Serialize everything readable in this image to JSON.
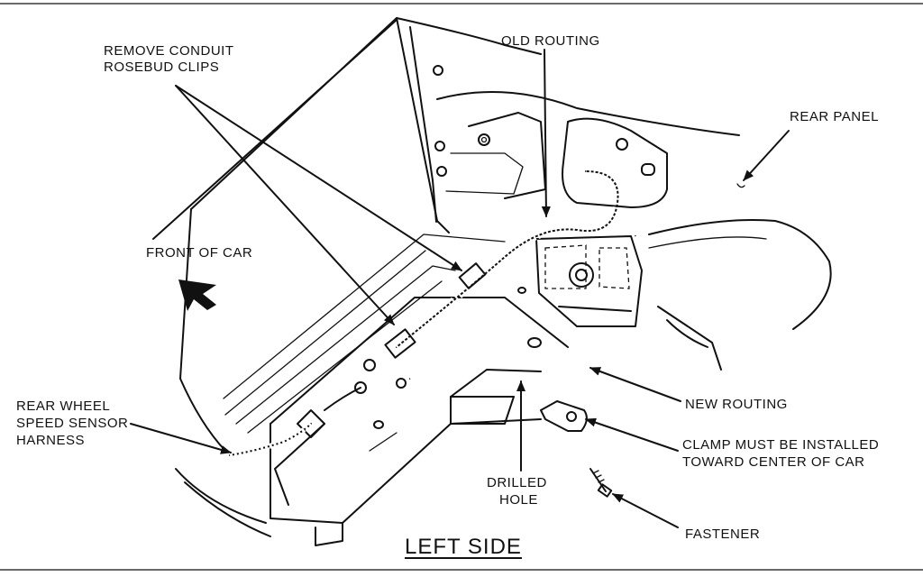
{
  "labels": {
    "remove_clips": [
      "REMOVE CONDUIT",
      "ROSEBUD CLIPS"
    ],
    "old_routing": "OLD ROUTING",
    "rear_panel": "REAR PANEL",
    "front_of_car": "FRONT OF CAR",
    "rear_wheel_sensor": [
      "REAR WHEEL",
      "SPEED SENSOR",
      "HARNESS"
    ],
    "new_routing": "NEW ROUTING",
    "clamp": [
      "CLAMP MUST BE INSTALLED",
      "TOWARD CENTER OF CAR"
    ],
    "drilled_hole": [
      "DRILLED",
      "HOLE"
    ],
    "fastener": "FASTENER",
    "caption": "LEFT SIDE"
  }
}
